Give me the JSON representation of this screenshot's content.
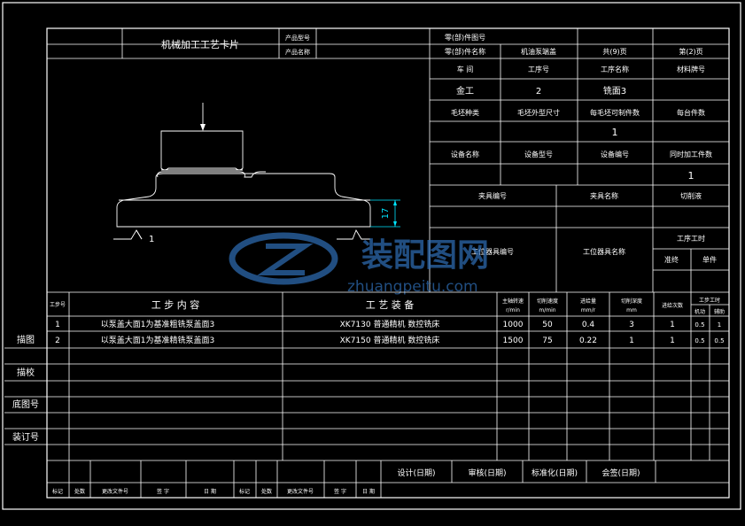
{
  "header": {
    "card_title": "机械加工工艺卡片",
    "product_model_label": "产品型号",
    "product_name_label": "产品名称",
    "part_number_label": "零(部)件图号",
    "part_name_label": "零(部)件名称",
    "part_name_value": "机油泵端盖",
    "total_pages": "共(9)页",
    "page_no": "第(2)页"
  },
  "info": {
    "workshop_label": "车 间",
    "op_no_label": "工序号",
    "op_name_label": "工序名称",
    "material_label": "材料牌号",
    "workshop_value": "金工",
    "op_no_value": "2",
    "op_name_value": "铣面3",
    "blank_type_label": "毛坯种类",
    "blank_size_label": "毛坯外型尺寸",
    "parts_per_blank_label": "每毛坯可制件数",
    "parts_per_unit_label": "每台件数",
    "parts_per_blank_value": "1",
    "equip_name_label": "设备名称",
    "equip_model_label": "设备型号",
    "equip_no_label": "设备编号",
    "simul_parts_label": "同时加工件数",
    "simul_parts_value": "1",
    "fixture_no_label": "夹具编号",
    "fixture_name_label": "夹具名称",
    "coolant_label": "切削液",
    "tool_no_label": "工位器具编号",
    "tool_name_label": "工位器具名称",
    "op_time_label": "工序工时",
    "prep_label": "准终",
    "unit_label": "单件"
  },
  "sketch": {
    "dimension": "17",
    "datum_label": "1"
  },
  "watermark": {
    "brand": "装配图网",
    "url": "zhuangpeitu.com"
  },
  "steps_header": {
    "step_no": "工步号",
    "content": "工 步 内 容",
    "equipment": "工 艺 装 备",
    "speed": "主轴转速",
    "speed_unit": "r/min",
    "cut_speed": "切削速度",
    "cut_speed_unit": "m/min",
    "feed": "进给量",
    "feed_unit": "mm/r",
    "depth": "切削深度",
    "depth_unit": "mm",
    "passes": "进给次数",
    "hours": "工步工时",
    "machine": "机动",
    "aux": "辅助"
  },
  "steps": [
    {
      "no": "1",
      "content": "以泵盖大面1为基准粗铣泵盖面3",
      "equipment": "XK7130  普通精机  数控铣床",
      "speed": "1000",
      "cut_speed": "50",
      "feed": "0.4",
      "depth": "3",
      "passes": "1",
      "machine": "0.5",
      "aux": "1"
    },
    {
      "no": "2",
      "content": "以泵盖大面1为基准精铣泵盖面3",
      "equipment": "XK7150  普通精机  数控铣床",
      "speed": "1500",
      "cut_speed": "75",
      "feed": "0.22",
      "depth": "1",
      "passes": "1",
      "machine": "0.5",
      "aux": "0.5"
    }
  ],
  "side_labels": {
    "trace": "描图",
    "check": "描校",
    "base_no": "底图号",
    "binding": "装订号"
  },
  "footer": {
    "design": "设计(日期)",
    "review": "审核(日期)",
    "standard": "标准化(日期)",
    "sign": "会签(日期)",
    "mark": "标记",
    "count": "处数",
    "change_doc": "更改文件号",
    "signature": "签 字",
    "date": "日 期"
  }
}
